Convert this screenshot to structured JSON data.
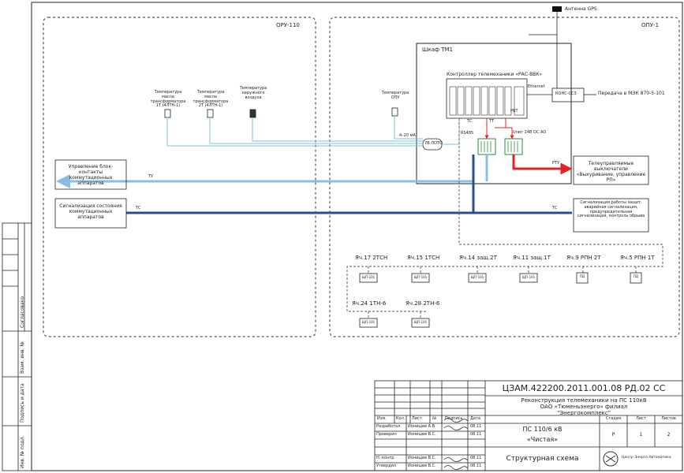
{
  "zones": {
    "oru110": "ОРУ-110",
    "oru1": "ОПУ-1",
    "cabinet": "Шкаф ТМ1"
  },
  "top": {
    "antenna": "Антенна GPS"
  },
  "sensors": [
    {
      "label": "Температура масла трансформатора 1Т (4ЛТН-1)"
    },
    {
      "label": "Температура масла трансформатора 2Т (4ЛТН-1)"
    },
    {
      "label": "Температура наружного воздуха"
    },
    {
      "label": "Температура ОПУ"
    }
  ],
  "signals": {
    "ma": "4–20 мА",
    "tvc": "ТУ",
    "ts1": "ТС",
    "ts2": "ТС",
    "ts3": "ТС",
    "tt": "ТТ",
    "rs485": "RS485",
    "ru": "РТУ",
    "ethernet": "Ethernet",
    "power": "Uпит 24В DС АО"
  },
  "controller": {
    "title": "Контроллер телемеханики «РАС-ВВК»",
    "gps": "КОНС-ССЗ",
    "uplink": "Передача в МЭК 870-5-101",
    "converter": "7В-ЛОТО",
    "rele": "РВТ"
  },
  "blocks": {
    "upravlenie": "Управление блок-контакты коммутационных аппаратов",
    "signalizaciya": "Сигнализация состояния коммутационных аппаратов",
    "teleupr": "Телеуправляемые выключатели «Выкуривание, управление РП»",
    "sig_right": "Сигнализация работы защит, аварийная сигнализация, предупредительная сигнализация, контроль обрыва"
  },
  "cells": [
    {
      "title": "Яч.17 2ТСН",
      "dev": "ЩП-101"
    },
    {
      "title": "Яч.15 1ТСН",
      "dev": "ЩП-101"
    },
    {
      "title": "Яч.14 защ.2Т",
      "dev": "ЩП-101"
    },
    {
      "title": "Яч.11 защ.1Т",
      "dev": "ЩП-101"
    },
    {
      "title": "Яч.9 РПН 2Т",
      "dev": "ПД"
    },
    {
      "title": "Яч.5 РПН 1Т",
      "dev": "ПД"
    },
    {
      "title": "Яч.24 1ТН-6",
      "dev": "ЩП-101"
    },
    {
      "title": "Яч.28 2ТН-6",
      "dev": "ЩП-101"
    }
  ],
  "stamp": {
    "code": "ЦЗАМ.422200.2011.001.08 РД.02 СС",
    "project_l1": "Реконструкция телемеханики на ПС 110кВ",
    "project_l2": "ОАО «Тюменьэнерго» филиал",
    "project_l3": "\"Энергокомплекс\"",
    "object_l1": "ПС 110/6 кВ",
    "object_l2": "«Чистая»",
    "doc_title": "Структурная схема",
    "heads": [
      "Изм.",
      "Кол.",
      "Лист",
      "№",
      "Подпись",
      "Дата"
    ],
    "roles": [
      {
        "role": "Разработал",
        "name": "Ионищев А.В.",
        "date": "08.11"
      },
      {
        "role": "Проверил",
        "name": "Ионищев В.С.",
        "date": "08.11"
      },
      {
        "role": "Н. контр.",
        "name": "Ионищев В.С.",
        "date": "08.11"
      },
      {
        "role": "Утвердил",
        "name": "Ионищев В.С.",
        "date": "08.11"
      }
    ],
    "stage_head": "Стадия",
    "sheet_head": "Лист",
    "sheets_head": "Листов",
    "stage": "Р",
    "sheet": "1",
    "sheets": "2",
    "company": "Центр Энерго Автоматика"
  },
  "side_stamp": [
    "Согласовано",
    "Взам. инв. №",
    "Подпись и дата",
    "Инв. № подл."
  ],
  "colors": {
    "line": "#222222",
    "cyan": "#7ec6d8",
    "bus_light": "#8bbce4",
    "bus_dark": "#2c4e8a",
    "red": "#e02424",
    "green": "#2a8a3a",
    "dash": "#555555"
  }
}
